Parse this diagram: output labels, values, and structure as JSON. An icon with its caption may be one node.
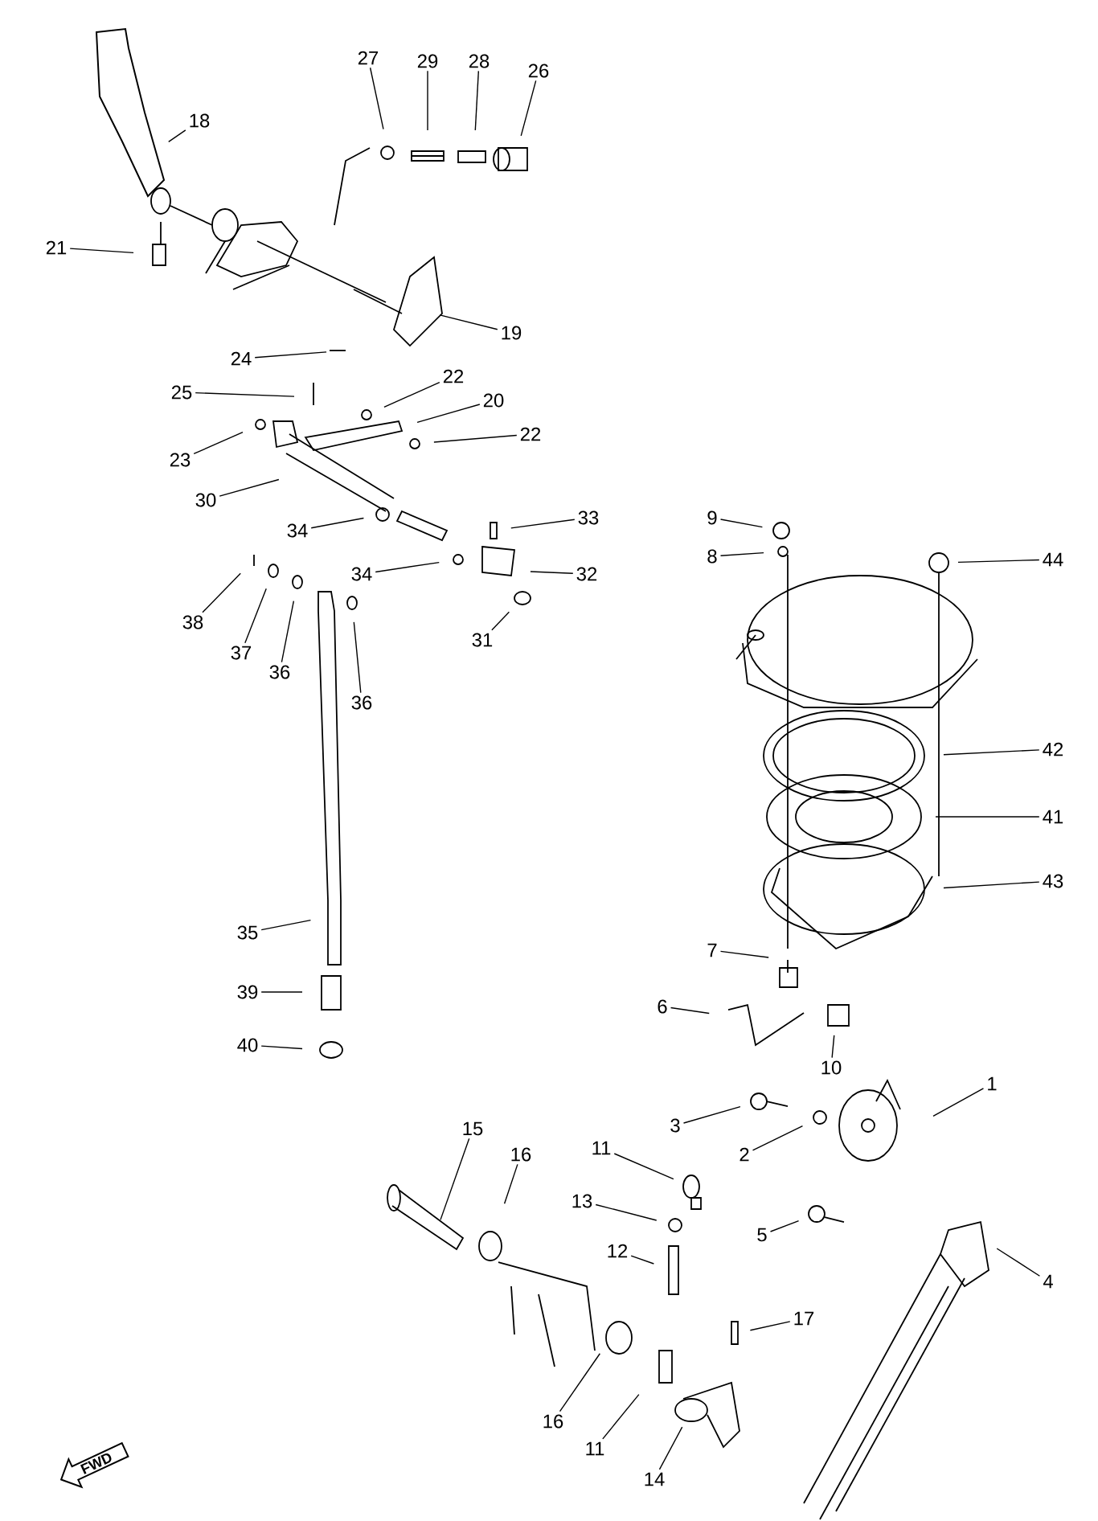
{
  "diagram": {
    "nodes": [
      {
        "text": [
          "18"
        ]
      },
      {
        "text": [
          "27"
        ]
      },
      {
        "text": [
          "29"
        ]
      },
      {
        "text": [
          "28"
        ]
      },
      {
        "text": [
          "26"
        ]
      },
      {
        "text": [
          "21"
        ]
      },
      {
        "text": [
          "19"
        ]
      },
      {
        "text": [
          "24"
        ]
      },
      {
        "text": [
          "22"
        ]
      },
      {
        "text": [
          "25"
        ]
      },
      {
        "text": [
          "20"
        ]
      },
      {
        "text": [
          "22"
        ]
      },
      {
        "text": [
          "23"
        ]
      },
      {
        "text": [
          "30"
        ]
      },
      {
        "text": [
          "33"
        ]
      },
      {
        "text": [
          "34"
        ]
      },
      {
        "text": [
          "9"
        ]
      },
      {
        "text": [
          "8"
        ]
      },
      {
        "text": [
          "44"
        ]
      },
      {
        "text": [
          "34"
        ]
      },
      {
        "text": [
          "32"
        ]
      },
      {
        "text": [
          "38"
        ]
      },
      {
        "text": [
          "37"
        ]
      },
      {
        "text": [
          "36"
        ]
      },
      {
        "text": [
          "31"
        ]
      },
      {
        "text": [
          "36"
        ]
      },
      {
        "text": [
          "42"
        ]
      },
      {
        "text": [
          "41"
        ]
      },
      {
        "text": [
          "43"
        ]
      },
      {
        "text": [
          "35"
        ]
      },
      {
        "text": [
          "39"
        ]
      },
      {
        "text": [
          "7"
        ]
      },
      {
        "text": [
          "40"
        ]
      },
      {
        "text": [
          "6"
        ]
      },
      {
        "text": [
          "10"
        ]
      },
      {
        "text": [
          "1"
        ]
      },
      {
        "text": [
          "3"
        ]
      },
      {
        "text": [
          "2"
        ]
      },
      {
        "text": [
          "11"
        ]
      },
      {
        "text": [
          "5"
        ]
      },
      {
        "text": [
          "4"
        ]
      },
      {
        "text": [
          "15"
        ]
      },
      {
        "text": [
          "16"
        ]
      },
      {
        "text": [
          "13"
        ]
      },
      {
        "text": [
          "12"
        ]
      },
      {
        "text": [
          "17"
        ]
      },
      {
        "text": [
          "16"
        ]
      },
      {
        "text": [
          "11"
        ]
      },
      {
        "text": [
          "14"
        ]
      },
      {
        "text": [
          "FWD"
        ]
      }
    ],
    "edges": [
      {
        "from": 0,
        "to": null,
        "arrow": "none"
      },
      {
        "from": 1,
        "to": null,
        "arrow": "none"
      },
      {
        "from": 2,
        "to": null,
        "arrow": "none"
      },
      {
        "from": 3,
        "to": null,
        "arrow": "none"
      },
      {
        "from": 4,
        "to": null,
        "arrow": "none"
      },
      {
        "from": 5,
        "to": null,
        "arrow": "none"
      },
      {
        "from": 6,
        "to": null,
        "arrow": "none"
      },
      {
        "from": 7,
        "to": null,
        "arrow": "none"
      },
      {
        "from": 8,
        "to": null,
        "arrow": "none"
      },
      {
        "from": 9,
        "to": null,
        "arrow": "none"
      },
      {
        "from": 10,
        "to": null,
        "arrow": "none"
      },
      {
        "from": 11,
        "to": null,
        "arrow": "none"
      },
      {
        "from": 12,
        "to": null,
        "arrow": "none"
      },
      {
        "from": 13,
        "to": null,
        "arrow": "none"
      },
      {
        "from": 14,
        "to": null,
        "arrow": "none"
      },
      {
        "from": 15,
        "to": null,
        "arrow": "none"
      },
      {
        "from": 16,
        "to": null,
        "arrow": "none"
      },
      {
        "from": 17,
        "to": null,
        "arrow": "none"
      },
      {
        "from": 18,
        "to": null,
        "arrow": "none"
      },
      {
        "from": 19,
        "to": null,
        "arrow": "none"
      },
      {
        "from": 20,
        "to": null,
        "arrow": "none"
      },
      {
        "from": 21,
        "to": null,
        "arrow": "none"
      },
      {
        "from": 22,
        "to": null,
        "arrow": "none"
      },
      {
        "from": 23,
        "to": null,
        "arrow": "none"
      },
      {
        "from": 24,
        "to": null,
        "arrow": "none"
      },
      {
        "from": 25,
        "to": null,
        "arrow": "none"
      },
      {
        "from": 26,
        "to": null,
        "arrow": "none"
      },
      {
        "from": 27,
        "to": null,
        "arrow": "none"
      },
      {
        "from": 28,
        "to": null,
        "arrow": "none"
      },
      {
        "from": 29,
        "to": null,
        "arrow": "none"
      },
      {
        "from": 30,
        "to": null,
        "arrow": "none"
      },
      {
        "from": 31,
        "to": null,
        "arrow": "none"
      },
      {
        "from": 32,
        "to": null,
        "arrow": "none"
      },
      {
        "from": 33,
        "to": null,
        "arrow": "none"
      },
      {
        "from": 34,
        "to": null,
        "arrow": "none"
      },
      {
        "from": 35,
        "to": null,
        "arrow": "none"
      },
      {
        "from": 36,
        "to": null,
        "arrow": "none"
      },
      {
        "from": 37,
        "to": null,
        "arrow": "none"
      },
      {
        "from": 38,
        "to": null,
        "arrow": "none"
      },
      {
        "from": 39,
        "to": null,
        "arrow": "none"
      },
      {
        "from": 40,
        "to": null,
        "arrow": "none"
      },
      {
        "from": 41,
        "to": null,
        "arrow": "none"
      },
      {
        "from": 42,
        "to": null,
        "arrow": "none"
      },
      {
        "from": 43,
        "to": null,
        "arrow": "none"
      },
      {
        "from": 44,
        "to": null,
        "arrow": "none"
      },
      {
        "from": 45,
        "to": null,
        "arrow": "none"
      },
      {
        "from": 46,
        "to": null,
        "arrow": "none"
      },
      {
        "from": 47,
        "to": null,
        "arrow": "none"
      },
      {
        "from": 48,
        "to": null,
        "arrow": "none"
      }
    ]
  }
}
